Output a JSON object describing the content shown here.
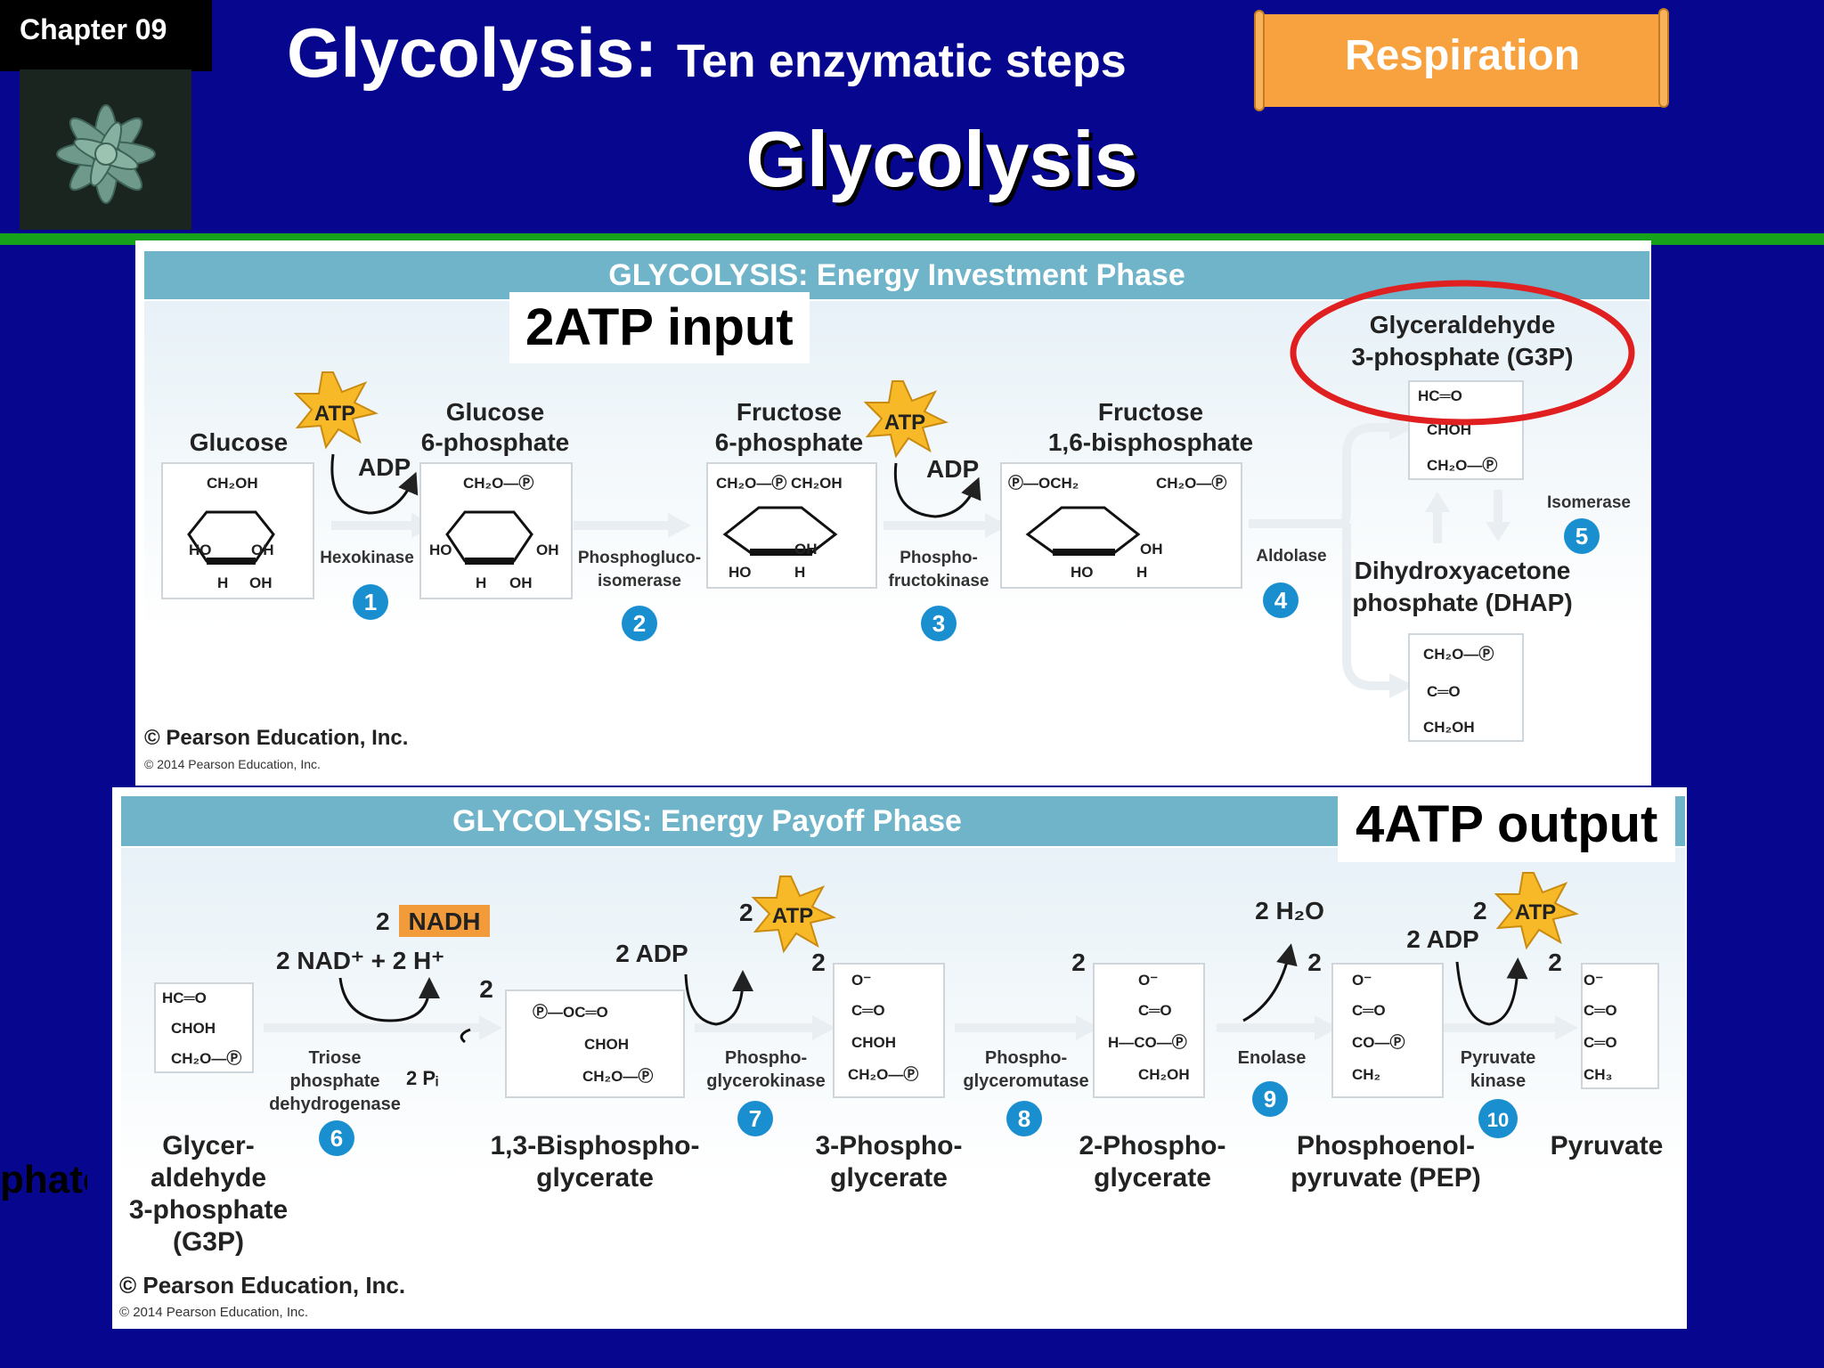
{
  "header": {
    "chapter": "Chapter 09",
    "title_main": "Glycolysis:",
    "title_sub": "Ten enzymatic steps",
    "subtitle": "Glycolysis",
    "tag": "Respiration",
    "left_edge_fragment": "phate"
  },
  "colors": {
    "background": "#06068f",
    "scroll": "#f7a23f",
    "green_rule": "#17a21b",
    "banner": "#6fb4c9",
    "step_circle": "#1a8fd0",
    "highlight_oval": "#e02020",
    "nadh_box": "#f29b3a",
    "atp_star": "#f7b928"
  },
  "investment": {
    "banner": "GLYCOLYSIS: Energy Investment Phase",
    "annotation": "2ATP input",
    "credit": "© Pearson Education, Inc.",
    "credit_small": "© 2014 Pearson Education, Inc.",
    "glucose": "Glucose",
    "g6p": [
      "Glucose",
      "6-phosphate"
    ],
    "f6p": [
      "Fructose",
      "6-phosphate"
    ],
    "f16bp": [
      "Fructose",
      "1,6-bisphosphate"
    ],
    "g3p": [
      "Glyceraldehyde",
      "3-phosphate (G3P)"
    ],
    "dhap": [
      "Dihydroxyacetone",
      "phosphate (DHAP)"
    ],
    "atp": "ATP",
    "adp": "ADP",
    "enzymes": {
      "hexokinase": "Hexokinase",
      "pgi": [
        "Phosphogluco-",
        "isomerase"
      ],
      "pfk": [
        "Phospho-",
        "fructokinase"
      ],
      "aldolase": "Aldolase",
      "isomerase": "Isomerase"
    },
    "steps": [
      "1",
      "2",
      "3",
      "4",
      "5"
    ]
  },
  "payoff": {
    "banner": "GLYCOLYSIS: Energy Payoff Phase",
    "annotation": "4ATP output",
    "credit": "© Pearson Education, Inc.",
    "credit_small": "© 2014 Pearson Education, Inc.",
    "nadh_coef": "2",
    "nadh": "NADH",
    "nad": "2 NAD⁺  + 2 H⁺",
    "two": "2",
    "pi": "2 Pᵢ",
    "adp2": "2 ADP",
    "atp2": "2",
    "atp": "ATP",
    "h2o": "2 H₂O",
    "molecules": {
      "g3p": [
        "Glycer-",
        "aldehyde",
        "3-phosphate",
        "(G3P)"
      ],
      "bpg": [
        "1,3-Bisphospho-",
        "glycerate"
      ],
      "pg3": [
        "3-Phospho-",
        "glycerate"
      ],
      "pg2": [
        "2-Phospho-",
        "glycerate"
      ],
      "pep": [
        "Phosphoenol-",
        "pyruvate (PEP)"
      ],
      "pyr": [
        "Pyruvate"
      ]
    },
    "enzymes": {
      "gapdh": [
        "Triose",
        "phosphate",
        "dehydrogenase"
      ],
      "pgk": [
        "Phospho-",
        "glycerokinase"
      ],
      "pgm": [
        "Phospho-",
        "glyceromutase"
      ],
      "enolase": "Enolase",
      "pk": [
        "Pyruvate",
        "kinase"
      ]
    },
    "steps": [
      "6",
      "7",
      "8",
      "9",
      "10"
    ]
  }
}
